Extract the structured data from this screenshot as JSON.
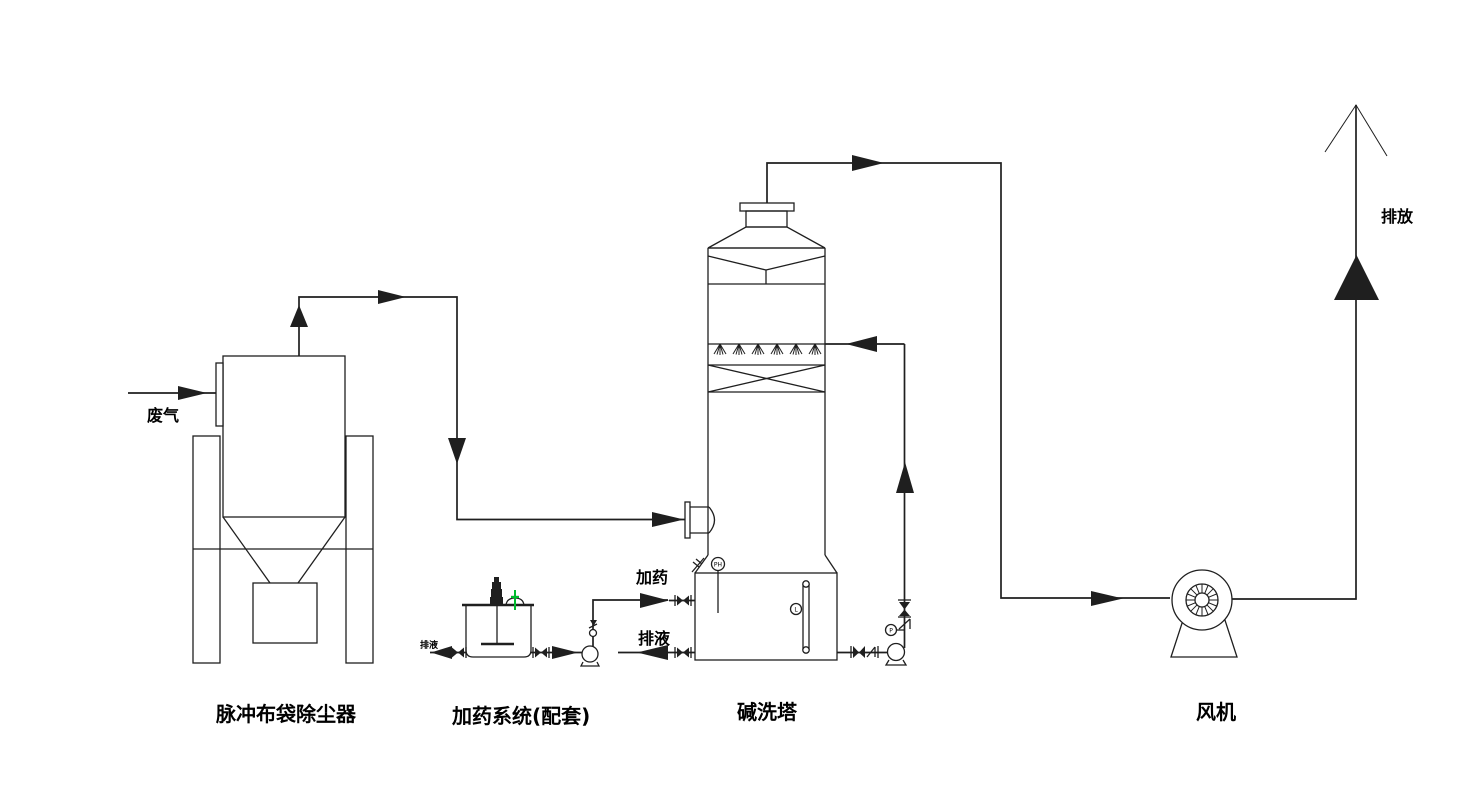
{
  "diagram": {
    "type": "process-flow-diagram",
    "colors": {
      "line": "#1f1f1f",
      "background": "#ffffff",
      "marker_green": "#00bb2d"
    },
    "equipment_labels": {
      "dust_collector": "脉冲布袋除尘器",
      "dosing_system": "加药系统(配套)",
      "scrubber": "碱洗塔",
      "fan": "风机"
    },
    "stream_labels": {
      "waste_gas": "废气",
      "discharge": "排放",
      "dosing": "加药",
      "drain": "排液",
      "tank_drain": "排液"
    },
    "instrument_tags": {
      "ph": "PH",
      "level": "L",
      "pressure": "P"
    }
  }
}
